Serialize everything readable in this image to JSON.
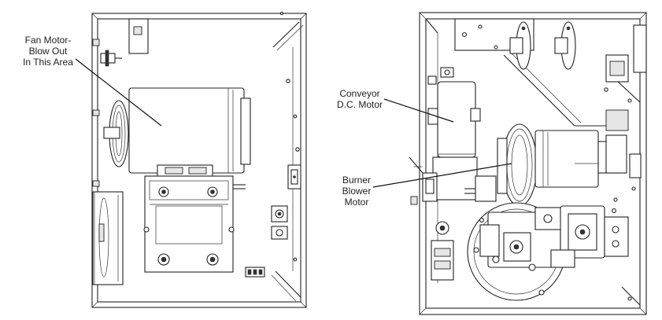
{
  "callouts": {
    "fan_motor": [
      "Fan Motor-",
      "Blow Out",
      "In This Area"
    ],
    "conveyor_motor": [
      "Conveyor",
      "D.C. Motor"
    ],
    "burner_motor": [
      "Burner",
      "Blower",
      "Motor"
    ]
  },
  "icons": {
    "left_panel": "equipment-cabinet-left-icon",
    "right_panel": "equipment-cabinet-right-icon"
  }
}
